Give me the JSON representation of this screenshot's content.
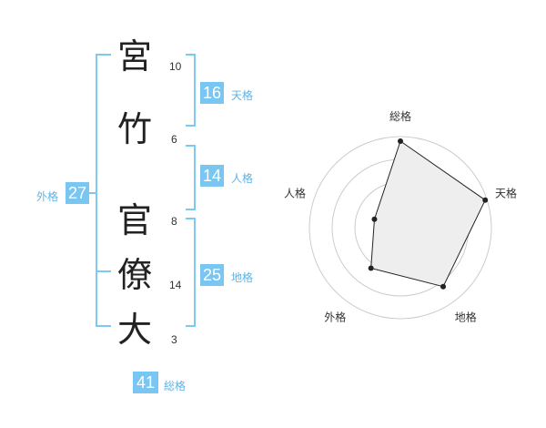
{
  "name_chars": [
    {
      "char": "宮",
      "strokes": "10"
    },
    {
      "char": "竹",
      "strokes": "6"
    },
    {
      "char": "官",
      "strokes": "8"
    },
    {
      "char": "僚",
      "strokes": "14"
    },
    {
      "char": "大",
      "strokes": "3"
    }
  ],
  "scores": {
    "tenkaku": {
      "value": "16",
      "label": "天格"
    },
    "jinkaku": {
      "value": "14",
      "label": "人格"
    },
    "chikaku": {
      "value": "25",
      "label": "地格"
    },
    "gaikaku": {
      "value": "27",
      "label": "外格"
    },
    "soukaku": {
      "value": "41",
      "label": "総格"
    }
  },
  "chart_data": {
    "type": "radar",
    "axes": [
      "総格",
      "天格",
      "地格",
      "外格",
      "人格"
    ],
    "values": [
      0.95,
      0.98,
      0.8,
      0.55,
      0.3
    ],
    "range": [
      0,
      1
    ],
    "rings": 4,
    "colors": {
      "fill": "#eeeeee",
      "line": "#222222",
      "grid": "#cccccc",
      "accent": "#79c6f2"
    }
  }
}
